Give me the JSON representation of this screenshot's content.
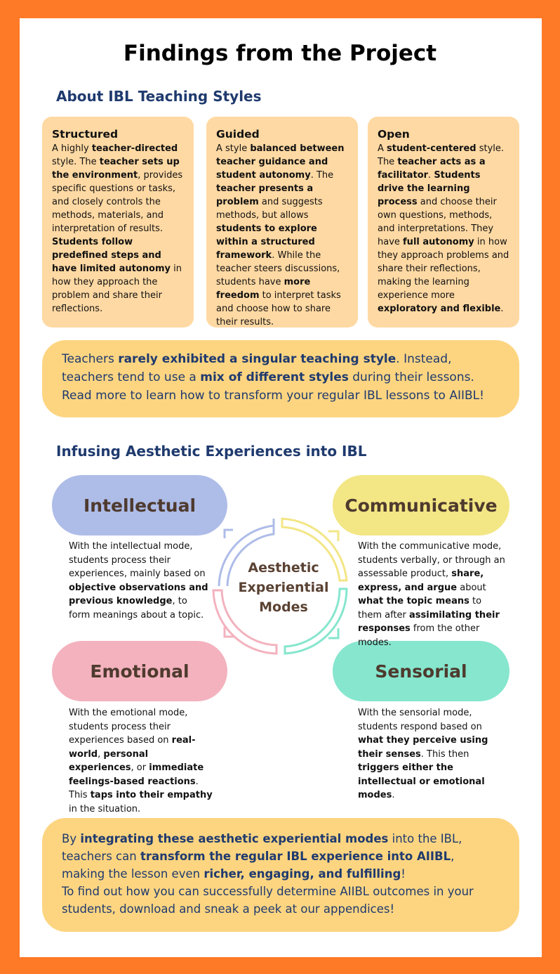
{
  "title": "Findings from the Project",
  "section1": {
    "heading": "About IBL Teaching Styles",
    "cards": [
      {
        "title": "Structured",
        "body": [
          {
            "t": "A highly "
          },
          {
            "t": "teacher-directed",
            "b": 1
          },
          {
            "t": " style. The "
          },
          {
            "t": "teacher sets up the environment",
            "b": 1
          },
          {
            "t": ", provides specific questions or tasks, and closely controls the methods, materials, and interpretation of results. "
          },
          {
            "t": "Students follow predefined steps and have limited autonomy",
            "b": 1
          },
          {
            "t": " in how they approach the problem and share their reflections."
          }
        ]
      },
      {
        "title": "Guided",
        "body": [
          {
            "t": "A style "
          },
          {
            "t": "balanced between teacher guidance and student autonomy",
            "b": 1
          },
          {
            "t": ". The "
          },
          {
            "t": "teacher presents a problem",
            "b": 1
          },
          {
            "t": " and suggests methods, but allows "
          },
          {
            "t": "students to explore within a structured framework",
            "b": 1
          },
          {
            "t": ". While the teacher steers discussions, students have "
          },
          {
            "t": "more freedom",
            "b": 1
          },
          {
            "t": " to interpret tasks and choose how to share their results."
          }
        ]
      },
      {
        "title": "Open",
        "body": [
          {
            "t": "A "
          },
          {
            "t": "student-centered",
            "b": 1
          },
          {
            "t": " style. The "
          },
          {
            "t": "teacher acts as a facilitator",
            "b": 1
          },
          {
            "t": ". "
          },
          {
            "t": "Students drive the learning process",
            "b": 1
          },
          {
            "t": " and choose their own questions, methods, and interpretations. They have "
          },
          {
            "t": "full autonomy",
            "b": 1
          },
          {
            "t": " in how they approach problems and share their reflections, making the learning experience more "
          },
          {
            "t": "exploratory and flexible",
            "b": 1
          },
          {
            "t": "."
          }
        ]
      }
    ],
    "callout": [
      {
        "t": "Teachers "
      },
      {
        "t": "rarely exhibited a singular teaching style",
        "b": 1
      },
      {
        "t": ". Instead, teachers tend to use a "
      },
      {
        "t": "mix of different styles",
        "b": 1
      },
      {
        "t": " during their lessons."
      },
      {
        "br": 1
      },
      {
        "t": "Read more to learn how to transform your regular IBL lessons to AIIBL!"
      }
    ]
  },
  "section2": {
    "heading": "Infusing Aesthetic Experiences into IBL",
    "center_label": "Aesthetic Experiential Modes",
    "modes": [
      {
        "name": "Intellectual",
        "color": "#AEBCE8",
        "body": [
          {
            "t": "With the intellectual mode, students process their experiences, mainly based on "
          },
          {
            "t": "objective observations and previous knowledge",
            "b": 1
          },
          {
            "t": ", to form meanings about a topic."
          }
        ]
      },
      {
        "name": "Communicative",
        "color": "#F3E685",
        "body": [
          {
            "t": "With the communicative mode, students verbally, or through an assessable product, "
          },
          {
            "t": "share, express, and argue",
            "b": 1
          },
          {
            "t": " about "
          },
          {
            "t": "what the topic means",
            "b": 1
          },
          {
            "t": " to them after "
          },
          {
            "t": "assimilating their responses",
            "b": 1
          },
          {
            "t": " from the other modes."
          }
        ]
      },
      {
        "name": "Emotional",
        "color": "#F3B2BE",
        "body": [
          {
            "t": "With the emotional mode, students process their experiences based on "
          },
          {
            "t": "real-world",
            "b": 1
          },
          {
            "t": ", "
          },
          {
            "t": "personal experiences",
            "b": 1
          },
          {
            "t": ", or "
          },
          {
            "t": "immediate feelings-based reactions",
            "b": 1
          },
          {
            "t": ". This "
          },
          {
            "t": "taps into their empathy",
            "b": 1
          },
          {
            "t": " in the situation."
          }
        ]
      },
      {
        "name": "Sensorial",
        "color": "#86E6CE",
        "body": [
          {
            "t": "With the sensorial mode, students respond based on "
          },
          {
            "t": "what they perceive using their senses",
            "b": 1
          },
          {
            "t": ". This then "
          },
          {
            "t": "triggers either the intellectual or emotional modes",
            "b": 1
          },
          {
            "t": "."
          }
        ]
      }
    ],
    "callout": [
      {
        "t": "By "
      },
      {
        "t": "integrating these aesthetic experiential modes",
        "b": 1
      },
      {
        "t": " into the IBL, teachers can "
      },
      {
        "t": "transform the regular IBL experience into AIIBL",
        "b": 1
      },
      {
        "t": ", making the lesson even "
      },
      {
        "t": "richer, engaging, and fulfilling",
        "b": 1
      },
      {
        "t": "!"
      },
      {
        "br": 1
      },
      {
        "t": "To find out how you can successfully determine AIIBL outcomes in your students, download and sneak a peek at our appendices!"
      }
    ]
  }
}
